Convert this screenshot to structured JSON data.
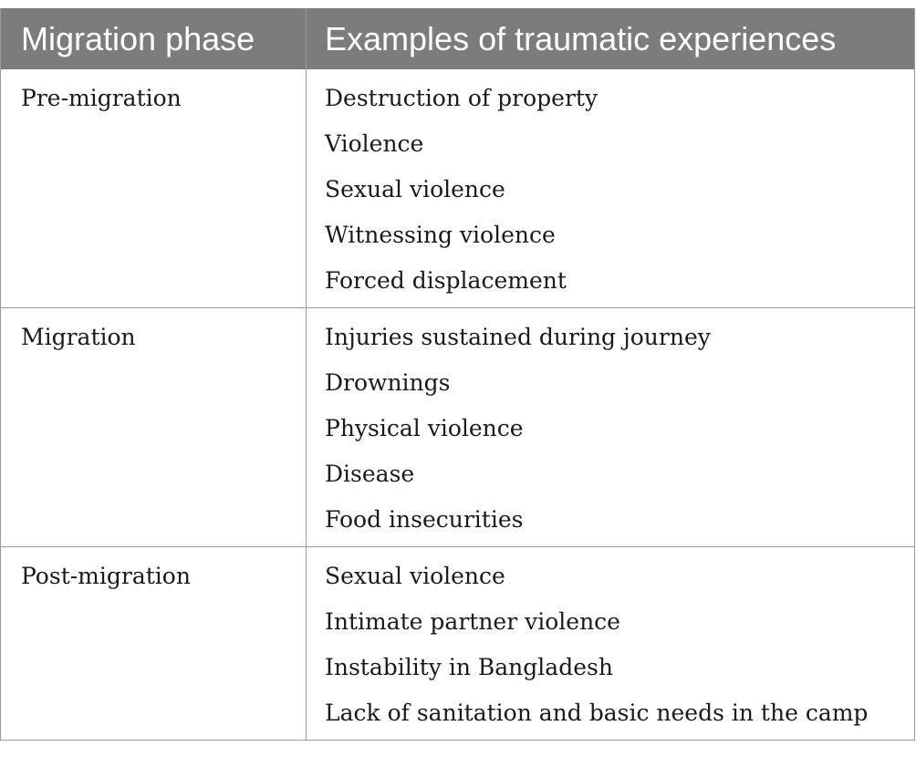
{
  "table": {
    "header": {
      "col1": "Migration phase",
      "col2": "Examples of traumatic experiences"
    },
    "rows": [
      {
        "phase": "Pre-migration",
        "items": [
          "Destruction of property",
          "Violence",
          "Sexual violence",
          "Witnessing violence",
          "Forced displacement"
        ]
      },
      {
        "phase": "Migration",
        "items": [
          "Injuries sustained during journey",
          "Drownings",
          "Physical violence",
          "Disease",
          "Food insecurities"
        ]
      },
      {
        "phase": "Post-migration",
        "items": [
          "Sexual violence",
          "Intimate partner violence",
          "Instability in Bangladesh",
          "Lack of sanitation and basic needs in the camp"
        ]
      }
    ]
  },
  "colors": {
    "header_bg": "#7b7d7c",
    "header_text": "#ffffff",
    "border": "#9a9a9a",
    "body_text": "#1a1a1a"
  }
}
